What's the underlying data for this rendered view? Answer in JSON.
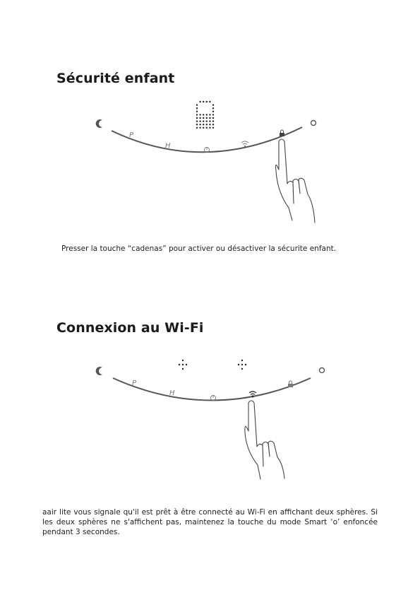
{
  "section1": {
    "title": "Sécurité enfant",
    "caption": "Presser la touche “cadenas” pour activer ou désactiver la sécurite enfant.",
    "keys": {
      "p": "P",
      "h": "H"
    }
  },
  "section2": {
    "title": "Connexion au Wi-Fi",
    "paragraph": "aair lite vous signale qu'il est prêt à être connecté au Wi-Fi en affichant deux sphères. Si les deux sphères ne s'affichent pas, maintenez la touche du mode Smart ‘o’ enfoncée pendant 3 secondes.",
    "keys": {
      "p": "P",
      "h": "H"
    }
  },
  "colors": {
    "line": "#555555",
    "text": "#1a1a1a"
  },
  "icons": [
    "moon-icon",
    "mode-o-icon",
    "power-icon",
    "wifi-icon",
    "lock-icon",
    "lock-dot-matrix-icon",
    "sphere-dot-icon",
    "hand-pointer-icon"
  ]
}
